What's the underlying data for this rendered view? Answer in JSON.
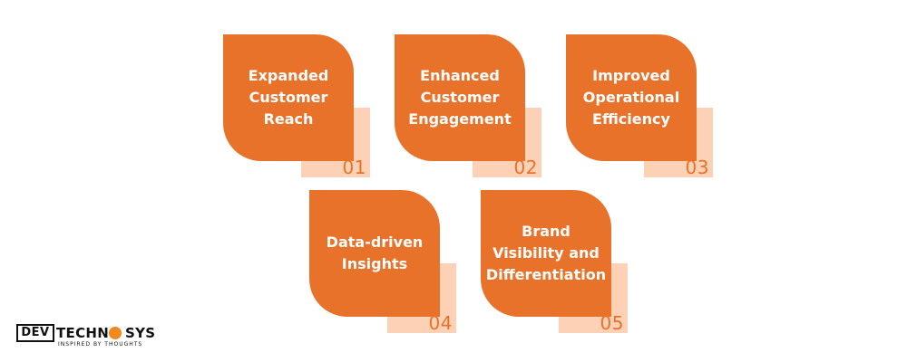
{
  "colors": {
    "primary": "#e9722a",
    "accent_light": "#fcd1b6",
    "text_light": "#ffffff"
  },
  "cards": [
    {
      "title": "Expanded\nCustomer\nReach",
      "number": "01"
    },
    {
      "title": "Enhanced\nCustomer\nEngagement",
      "number": "02"
    },
    {
      "title": "Improved\nOperational\nEfficiency",
      "number": "03"
    },
    {
      "title": "Data-driven\nInsights",
      "number": "04"
    },
    {
      "title": "Brand\nVisibility and\nDifferentiation",
      "number": "05"
    }
  ],
  "logo": {
    "dev": "DEV",
    "techno": "TECHNO",
    "sys": "SYS",
    "tagline": "INSPIRED BY THOUGHTS"
  }
}
